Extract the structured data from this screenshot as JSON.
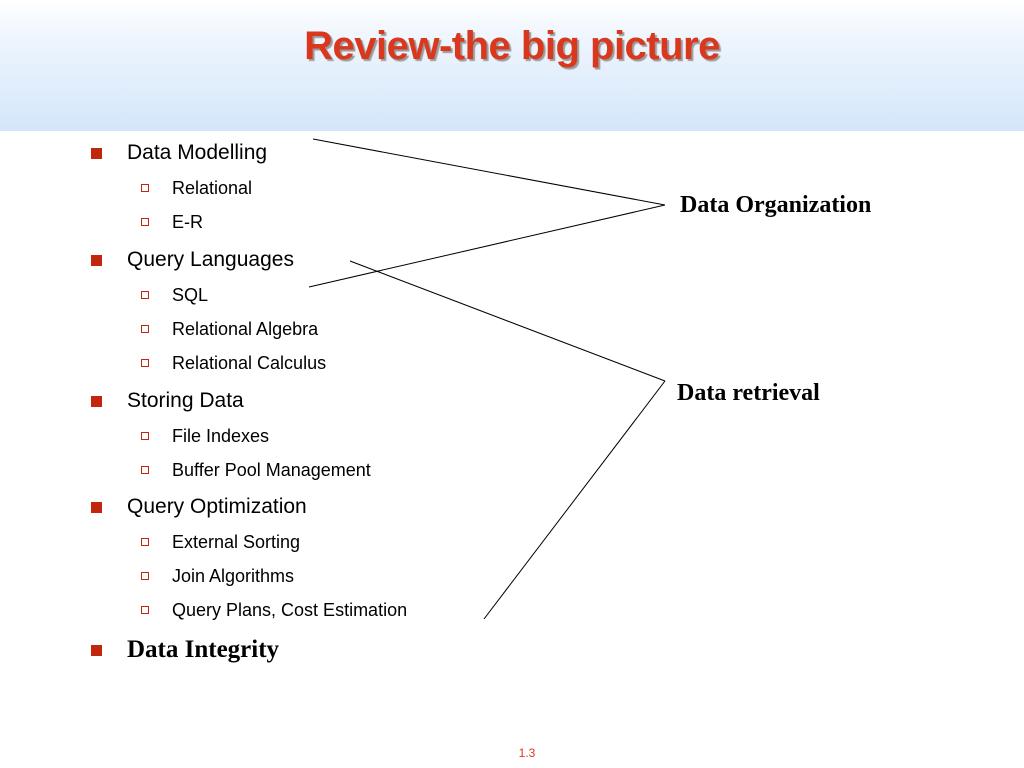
{
  "slide": {
    "title": "Review-the big picture",
    "page_number": "1.3"
  },
  "outline": {
    "data_modelling": {
      "label": "Data Modelling",
      "children": [
        "Relational",
        "E-R"
      ]
    },
    "query_languages": {
      "label": "Query Languages",
      "children": [
        "SQL",
        "Relational Algebra",
        "Relational Calculus"
      ]
    },
    "storing_data": {
      "label": "Storing Data",
      "children": [
        "File Indexes",
        "Buffer Pool Management"
      ]
    },
    "query_optimization": {
      "label": "Query Optimization",
      "children": [
        "External Sorting",
        "Join Algorithms",
        "Query Plans, Cost Estimation"
      ]
    },
    "data_integrity": {
      "label": "Data Integrity"
    }
  },
  "groups": {
    "organization": "Data Organization",
    "retrieval": "Data retrieval"
  },
  "colors": {
    "title": "#d9381e",
    "bullet": "#c2260f",
    "header_gradient_bottom": "#d4e6fa"
  },
  "icons": {
    "level1_bullet": "filled-square-bullet-icon",
    "level2_bullet": "hollow-square-bullet-icon"
  }
}
